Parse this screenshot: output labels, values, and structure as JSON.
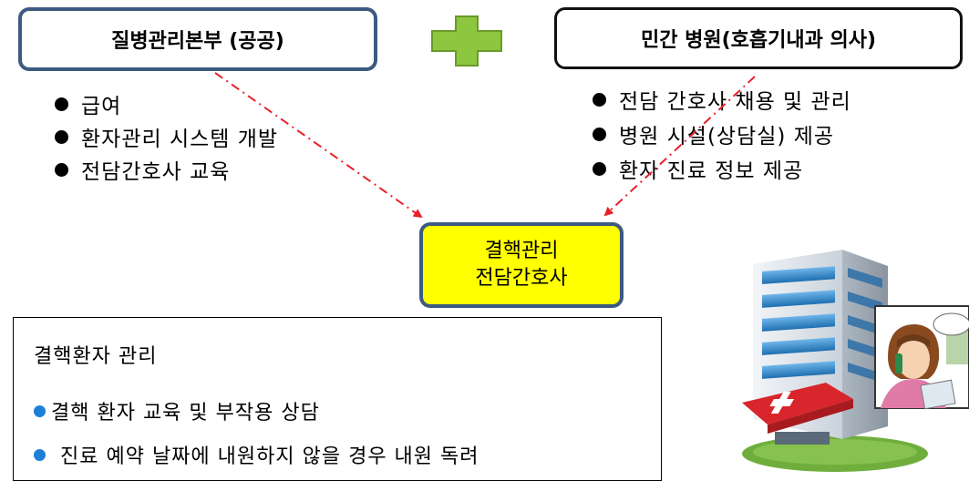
{
  "public_org": {
    "title": "질병관리본부 (공공)",
    "items": [
      "급여",
      "환자관리 시스템 개발",
      "전담간호사 교육"
    ]
  },
  "private_org": {
    "title": "민간 병원(호흡기내과 의사)",
    "items": [
      "전담 간호사 채용 및 관리",
      "병원 시설(상담실) 제공",
      "환자 진료 정보 제공"
    ]
  },
  "center": {
    "line1": "결핵관리",
    "line2": "전담간호사"
  },
  "management": {
    "title": "결핵환자 관리",
    "items": [
      "결핵 환자 교육 및 부작용 상담",
      "진료 예약 날짜에 내원하지 않을 경우 내원 독려"
    ]
  },
  "colors": {
    "plus_green": "#8dc63f",
    "box_border_blue": "#3d5a80",
    "center_fill": "#ffff00",
    "arrow_red": "#e8202a",
    "bullet_blue": "#1e7fd6"
  },
  "icons": {
    "plus": "plus-icon",
    "hospital": "hospital-building-icon",
    "nurse": "nurse-phone-icon"
  }
}
